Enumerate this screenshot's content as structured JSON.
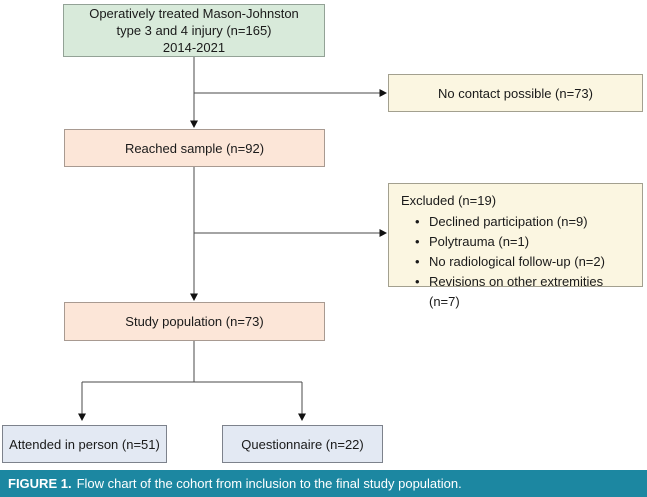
{
  "figure": {
    "caption_label": "FIGURE 1.",
    "caption_text": "Flow chart of the cohort from inclusion to the final study population."
  },
  "flowchart": {
    "nodes": {
      "initial": {
        "lines": [
          "Operatively treated Mason-Johnston",
          "type 3 and 4 injury (n=165)",
          "2014-2021"
        ]
      },
      "no_contact": {
        "label": "No contact possible (n=73)"
      },
      "reached": {
        "label": "Reached sample (n=92)"
      },
      "excluded": {
        "title": "Excluded (n=19)",
        "items": [
          "Declined participation (n=9)",
          "Polytrauma (n=1)",
          "No radiological follow-up (n=2)",
          "Revisions on other extremities (n=7)"
        ]
      },
      "study": {
        "label": "Study population (n=73)"
      },
      "attended": {
        "label": "Attended in person (n=51)"
      },
      "questionnaire": {
        "label": "Questionnaire (n=22)"
      }
    },
    "colors": {
      "initial_fill": "#d8eada",
      "exclusion_fill": "#fbf6e1",
      "sample_fill": "#fce6d8",
      "outcome_fill": "#e3e9f3",
      "caption_bar": "#1c87a1",
      "connector": "#4a4a4a",
      "arrowhead": "#111111"
    }
  }
}
